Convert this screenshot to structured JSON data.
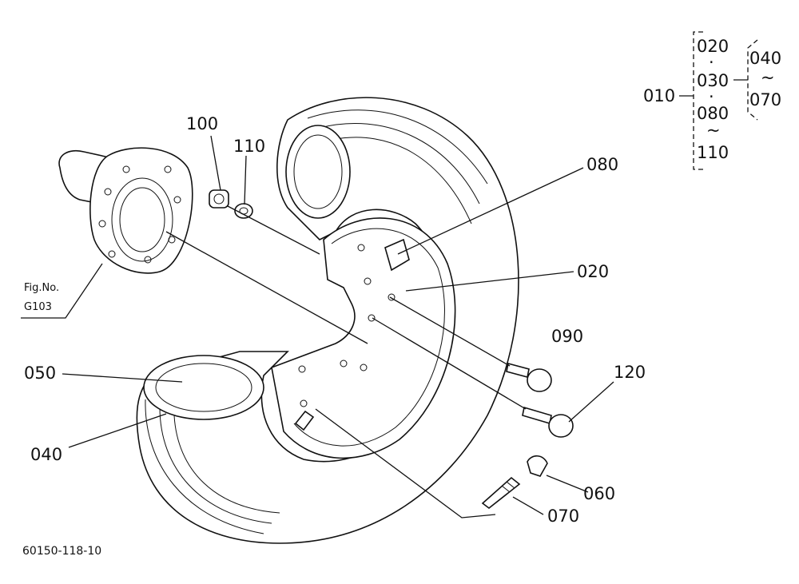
{
  "diagram": {
    "drawing_number": "60150-118-10",
    "figure_ref": {
      "line1": "Fig.No.",
      "line2": "G103"
    },
    "callouts": {
      "p100": "100",
      "p110": "110",
      "p080": "080",
      "p020": "020",
      "p090": "090",
      "p120": "120",
      "p050": "050",
      "p040": "040",
      "p060": "060",
      "p070": "070"
    },
    "assembly_key": {
      "root": "010",
      "group_a": {
        "top": "020",
        "sep1": "·",
        "mid": "030",
        "sep2": "·",
        "bottom": "080",
        "range": "~",
        "end": "110"
      },
      "group_b": {
        "top": "040",
        "range": "~",
        "bottom": "070"
      }
    }
  }
}
